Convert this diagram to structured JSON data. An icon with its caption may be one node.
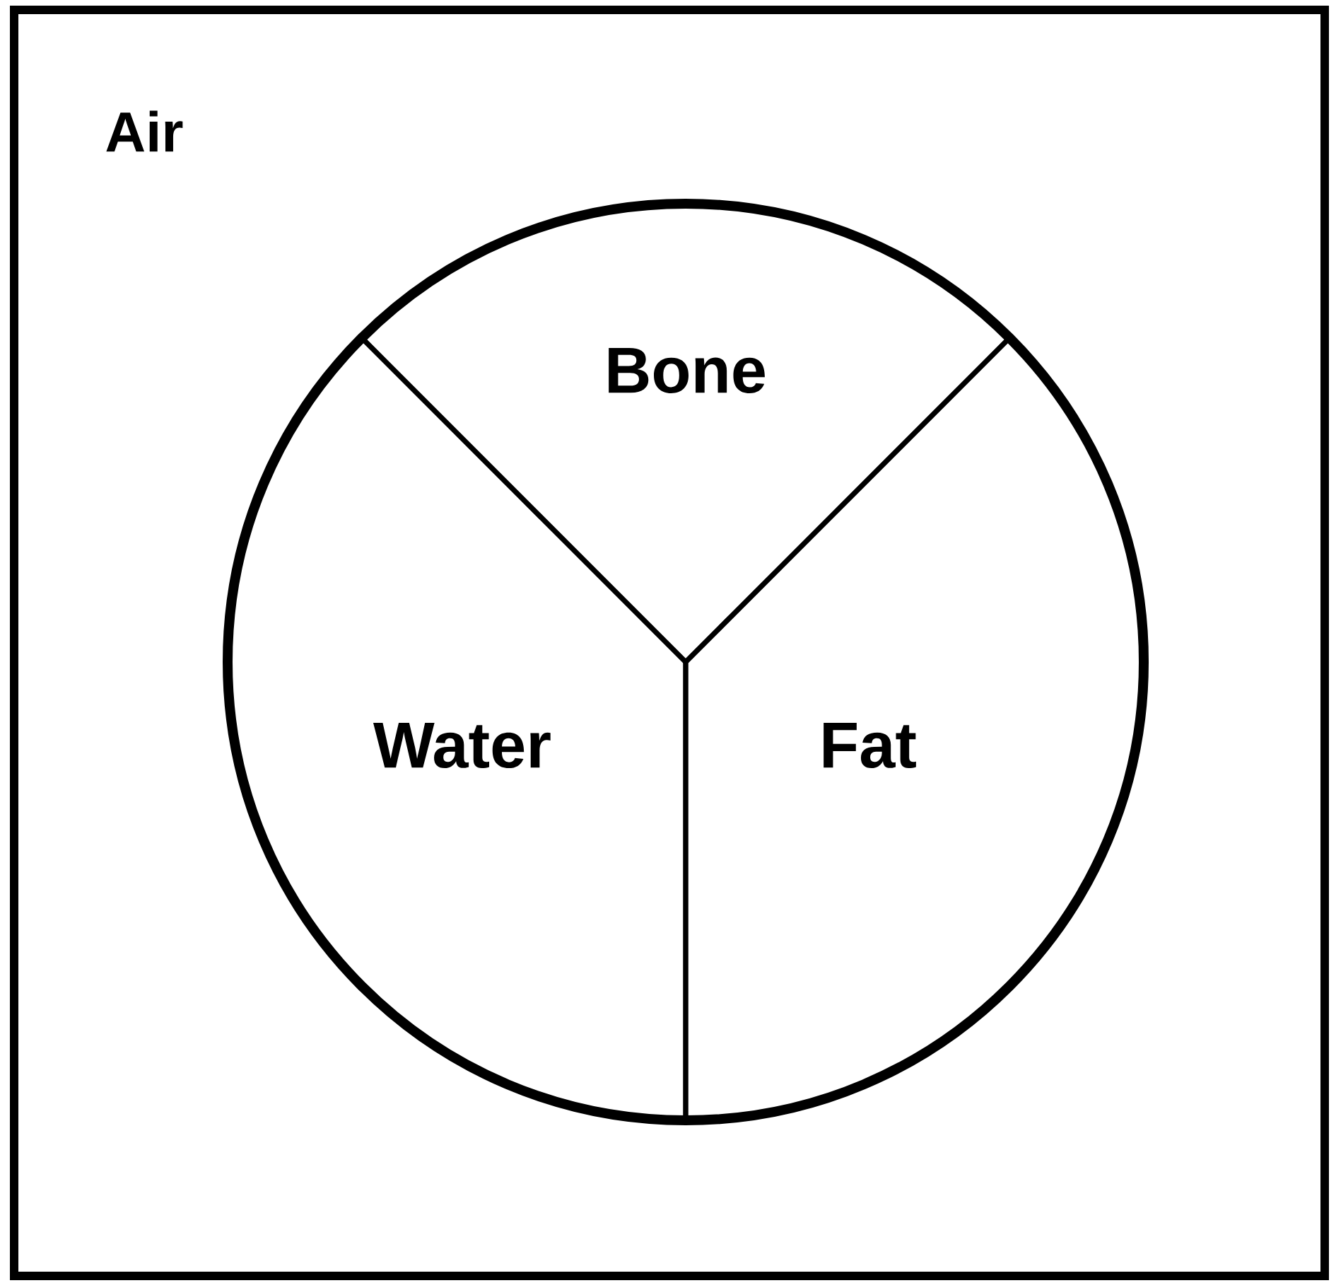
{
  "diagram": {
    "nodes": [
      {
        "text": [
          "Air"
        ]
      },
      {
        "text": [],
        "shape": "circle",
        "in": 0
      },
      {
        "text": [
          "Bone"
        ],
        "in": 1
      },
      {
        "text": [
          "Water"
        ],
        "in": 1
      },
      {
        "text": [
          "Fat"
        ],
        "in": 1
      }
    ]
  }
}
